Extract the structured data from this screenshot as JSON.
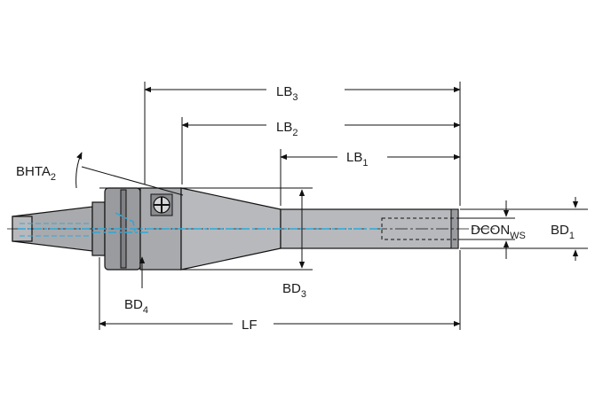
{
  "diagram": {
    "labels": {
      "lb3": {
        "main": "LB",
        "sub": "3"
      },
      "lb2": {
        "main": "LB",
        "sub": "2"
      },
      "lb1": {
        "main": "LB",
        "sub": "1"
      },
      "bhta2": {
        "main": "BHTA",
        "sub": "2"
      },
      "bd4": {
        "main": "BD",
        "sub": "4"
      },
      "bd3": {
        "main": "BD",
        "sub": "3"
      },
      "bd1": {
        "main": "BD",
        "sub": "1"
      },
      "dconws": {
        "main": "DCON",
        "sub": "WS"
      },
      "lf": {
        "main": "LF"
      }
    },
    "colors": {
      "body": "#9a9b9e",
      "coolant": "#2ea8d8",
      "line": "#111111"
    }
  }
}
